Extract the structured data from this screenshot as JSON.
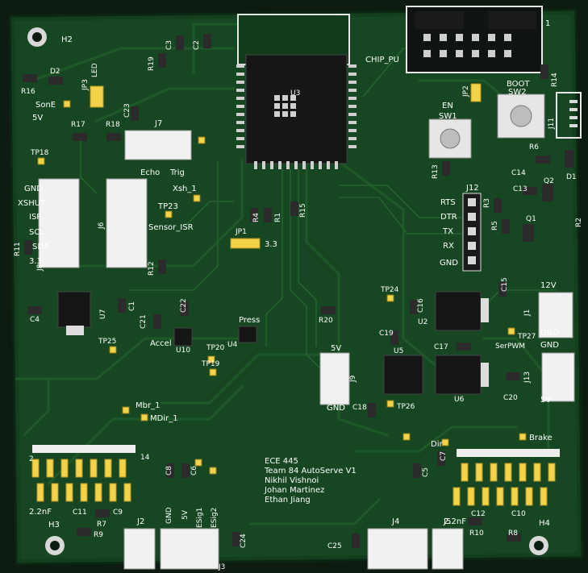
{
  "board": {
    "bg_color": "#123b1c",
    "edge_color": "#0b2712",
    "silk_color": "#ffffff",
    "pad_color": "#d9d9d9",
    "gold_color": "#f3d34a"
  },
  "labels": {
    "H2": "H2",
    "H3": "H3",
    "H4": "H4",
    "D2": "D2",
    "R16": "R16",
    "JP3": "JP3",
    "LED": "LED",
    "SonE": "SonE",
    "V5": "5V",
    "R17": "R17",
    "R18": "R18",
    "C23": "C23",
    "J7": "J7",
    "Echo": "Echo",
    "Trig": "Trig",
    "TP18": "TP18",
    "GND": "GND",
    "XSHUT": "XSHUT",
    "ISR": "ISR",
    "SCL": "SCL",
    "SDA": "SDA",
    "V33": "3.3",
    "R11": "R11",
    "J8": "J8",
    "J6": "J6",
    "R12": "R12",
    "Xsh_1": "Xsh_1",
    "TP23": "TP23",
    "Sensor_ISR": "Sensor_ISR",
    "R19": "R19",
    "C3": "C3",
    "C2": "C2",
    "U3": "U3",
    "CHIP_PU": "CHIP_PU",
    "J1top": "1",
    "JP2": "JP2",
    "R14": "R14",
    "BOOT": "BOOT",
    "SW2": "SW2",
    "EN": "EN",
    "SW1": "SW1",
    "J11": "J11",
    "R6": "R6",
    "D1": "D1",
    "C14": "C14",
    "Q2": "Q2",
    "C13": "C13",
    "R13": "R13",
    "J12": "J12",
    "RTS": "RTS",
    "DTR": "DTR",
    "TX": "TX",
    "RX": "RX",
    "GND12": "GND",
    "R3": "R3",
    "R5": "R5",
    "Q1": "Q1",
    "R2": "R2",
    "R4": "R4",
    "R1": "R1",
    "R15": "R15",
    "JP1": "JP1",
    "JP1_33": "3.3",
    "C4": "C4",
    "U7": "U7",
    "C1": "C1",
    "TP25": "TP25",
    "C21": "C21",
    "C22": "C22",
    "Accel": "Accel",
    "U10": "U10",
    "Press": "Press",
    "U4": "U4",
    "TP20": "TP20",
    "TP19": "TP19",
    "R20": "R20",
    "TP24": "TP24",
    "C16": "C16",
    "U2": "U2",
    "C15": "C15",
    "V12": "12V",
    "J1": "J1",
    "TP27": "TP27",
    "SerPWM": "SerPWM",
    "GND_J1": "GND",
    "GND_J13": "GND",
    "J13": "J13",
    "C20": "C20",
    "V5_J13": "5V",
    "V5_J9": "5V",
    "J9": "J9",
    "GND_J9": "GND",
    "C19": "C19",
    "U5": "U5",
    "C17": "C17",
    "C18": "C18",
    "TP26": "TP26",
    "U6": "U6",
    "Mbr_1": "Mbr_1",
    "MDir_1": "MDir_1",
    "credits": [
      "ECE 445",
      "Team 84 AutoServe V1",
      "Nikhil Vishnoi",
      "Johan Martinez",
      "Ethan Jiang"
    ],
    "Dir": "Dir",
    "Brake": "Brake",
    "C5": "C5",
    "C7": "C7",
    "C6": "C6",
    "C8": "C8",
    "n2": "2",
    "n14": "14",
    "C11": "C11",
    "C9": "C9",
    "nF22L": "2.2nF",
    "R7": "R7",
    "R9": "R9",
    "J2": "J2",
    "GND_J3": "GND",
    "V5_J3": "5V",
    "ESig1": "ESig1",
    "ESig2": "ESig2",
    "J3": "J3",
    "C24": "C24",
    "C25": "C25",
    "J4": "J4",
    "J5": "J5",
    "C12": "C12",
    "C10": "C10",
    "nF22R": "2.2nF",
    "R10": "R10",
    "R8": "R8"
  }
}
